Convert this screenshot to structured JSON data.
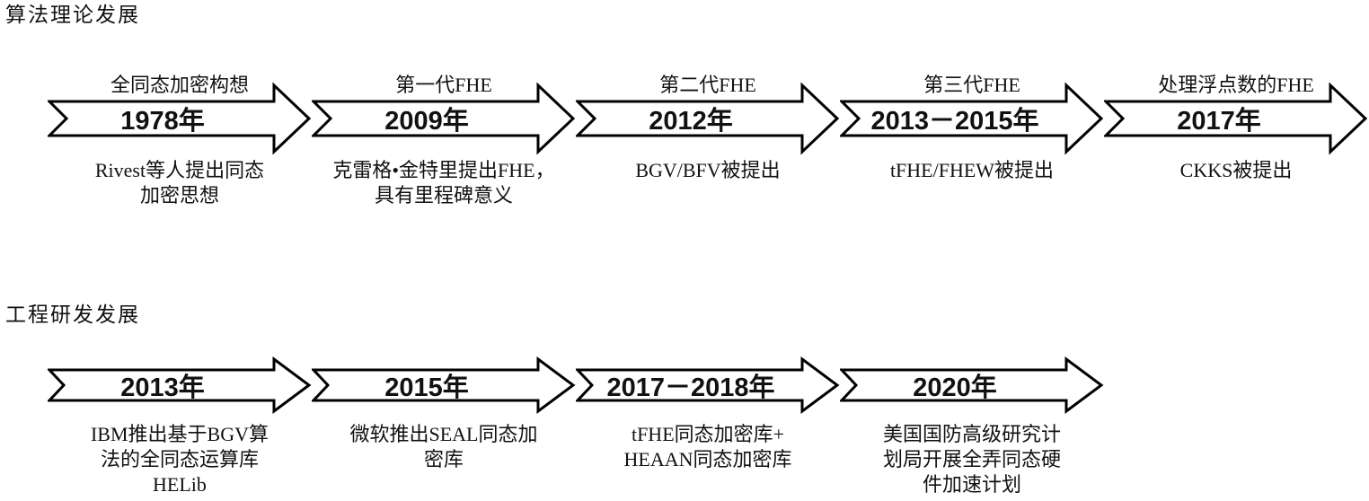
{
  "page": {
    "background_color": "#ffffff",
    "arrow_fill_color": "#ffffff",
    "arrow_line_color": "#000000",
    "text_color": "#111111"
  },
  "sections": [
    {
      "title": "算法理论发展",
      "milestones": [
        {
          "label": "全同态加密构想",
          "year": "1978年",
          "desc": "Rivest等人提出同态\n加密思想"
        },
        {
          "label": "第一代FHE",
          "year": "2009年",
          "desc": "克雷格•金特里提出FHE，\n具有里程碑意义"
        },
        {
          "label": "第二代FHE",
          "year": "2012年",
          "desc": "BGV/BFV被提出"
        },
        {
          "label": "第三代FHE",
          "year": "2013－2015年",
          "desc": "tFHE/FHEW被提出"
        },
        {
          "label": "处理浮点数的FHE",
          "year": "2017年",
          "desc": "CKKS被提出"
        }
      ]
    },
    {
      "title": "工程研发发展",
      "milestones": [
        {
          "year": "2013年",
          "desc": "IBM推出基于BGV算\n法的全同态运算库\nHELib"
        },
        {
          "year": "2015年",
          "desc": "微软推出SEAL同态加\n密库"
        },
        {
          "year": "2017－2018年",
          "desc": "tFHE同态加密库+\nHEAAN同态加密库"
        },
        {
          "year": "2020年",
          "desc": "美国国防高级研究计\n划局开展全弄同态硬\n件加速计划"
        }
      ]
    }
  ]
}
